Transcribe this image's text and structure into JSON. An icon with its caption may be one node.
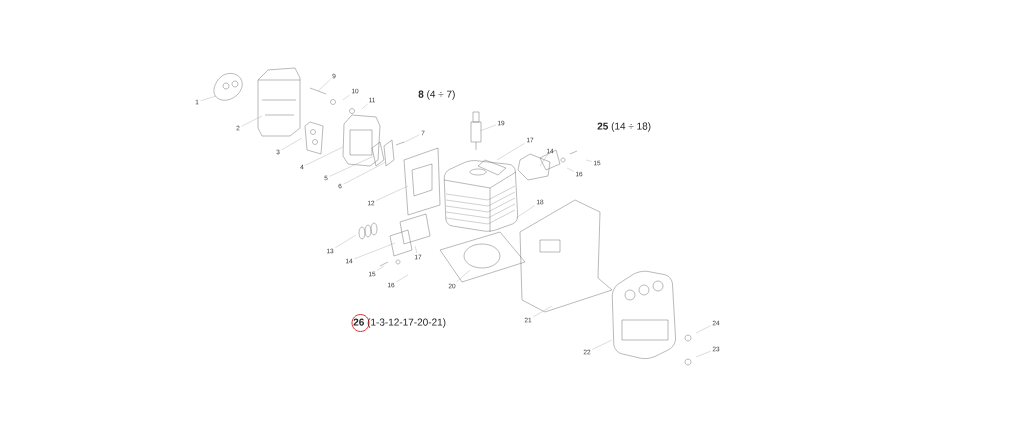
{
  "diagram": {
    "nodes": [
      {
        "text": [
          "1"
        ]
      },
      {
        "text": [
          "2"
        ]
      },
      {
        "text": [
          "3"
        ]
      },
      {
        "text": [
          "4"
        ]
      },
      {
        "text": [
          "5"
        ]
      },
      {
        "text": [
          "6"
        ]
      },
      {
        "text": [
          "7"
        ]
      },
      {
        "text": [
          "9"
        ]
      },
      {
        "text": [
          "10"
        ]
      },
      {
        "text": [
          "11"
        ]
      },
      {
        "text": [
          "12"
        ]
      },
      {
        "text": [
          "13"
        ]
      },
      {
        "text": [
          "14"
        ]
      },
      {
        "text": [
          "15"
        ]
      },
      {
        "text": [
          "16"
        ]
      },
      {
        "text": [
          "17"
        ]
      },
      {
        "text": [
          "19"
        ]
      },
      {
        "text": [
          "17"
        ]
      },
      {
        "text": [
          "14"
        ]
      },
      {
        "text": [
          "15"
        ]
      },
      {
        "text": [
          "16"
        ]
      },
      {
        "text": [
          "18"
        ]
      },
      {
        "text": [
          "20"
        ]
      },
      {
        "text": [
          "21"
        ]
      },
      {
        "text": [
          "22"
        ]
      },
      {
        "text": [
          "23"
        ]
      },
      {
        "text": [
          "24"
        ]
      }
    ],
    "edges": [
      {
        "from": 0,
        "to": null,
        "arrow": "none"
      },
      {
        "from": 1,
        "to": null,
        "arrow": "none"
      },
      {
        "from": 2,
        "to": null,
        "arrow": "none"
      },
      {
        "from": 3,
        "to": null,
        "arrow": "none"
      },
      {
        "from": 4,
        "to": null,
        "arrow": "none"
      },
      {
        "from": 5,
        "to": null,
        "arrow": "none"
      },
      {
        "from": 6,
        "to": null,
        "arrow": "none"
      },
      {
        "from": 7,
        "to": null,
        "arrow": "none"
      },
      {
        "from": 8,
        "to": null,
        "arrow": "none"
      },
      {
        "from": 9,
        "to": null,
        "arrow": "none"
      },
      {
        "from": 10,
        "to": null,
        "arrow": "none"
      },
      {
        "from": 11,
        "to": null,
        "arrow": "none"
      },
      {
        "from": 12,
        "to": null,
        "arrow": "none"
      },
      {
        "from": 13,
        "to": null,
        "arrow": "none"
      },
      {
        "from": 14,
        "to": null,
        "arrow": "none"
      },
      {
        "from": 15,
        "to": null,
        "arrow": "none"
      },
      {
        "from": 16,
        "to": null,
        "arrow": "none"
      },
      {
        "from": 17,
        "to": null,
        "arrow": "none"
      },
      {
        "from": 18,
        "to": null,
        "arrow": "none"
      },
      {
        "from": 19,
        "to": null,
        "arrow": "none"
      },
      {
        "from": 20,
        "to": null,
        "arrow": "none"
      },
      {
        "from": 21,
        "to": null,
        "arrow": "none"
      },
      {
        "from": 22,
        "to": null,
        "arrow": "none"
      },
      {
        "from": 23,
        "to": null,
        "arrow": "none"
      },
      {
        "from": 24,
        "to": null,
        "arrow": "none"
      },
      {
        "from": 25,
        "to": null,
        "arrow": "none"
      },
      {
        "from": 26,
        "to": null,
        "arrow": "none"
      }
    ],
    "labels": [
      "**8** (4 ÷ 7)",
      "**25** (14 ÷ 18)",
      "**26** (1-3-12-17-20-21)"
    ]
  }
}
